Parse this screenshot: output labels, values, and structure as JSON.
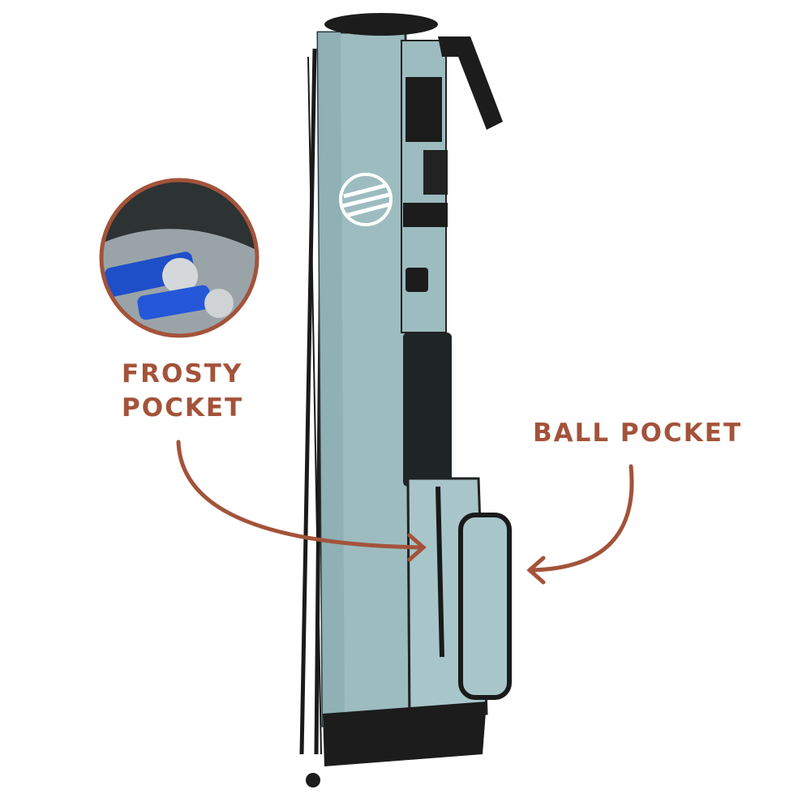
{
  "labels": {
    "frosty_line1": "FROSTY",
    "frosty_line2": "POCKET",
    "ball": "BALL POCKET"
  },
  "colors": {
    "accent": "#a3533a",
    "bag": "#9dbcc0",
    "trim": "#1e1e1e"
  }
}
